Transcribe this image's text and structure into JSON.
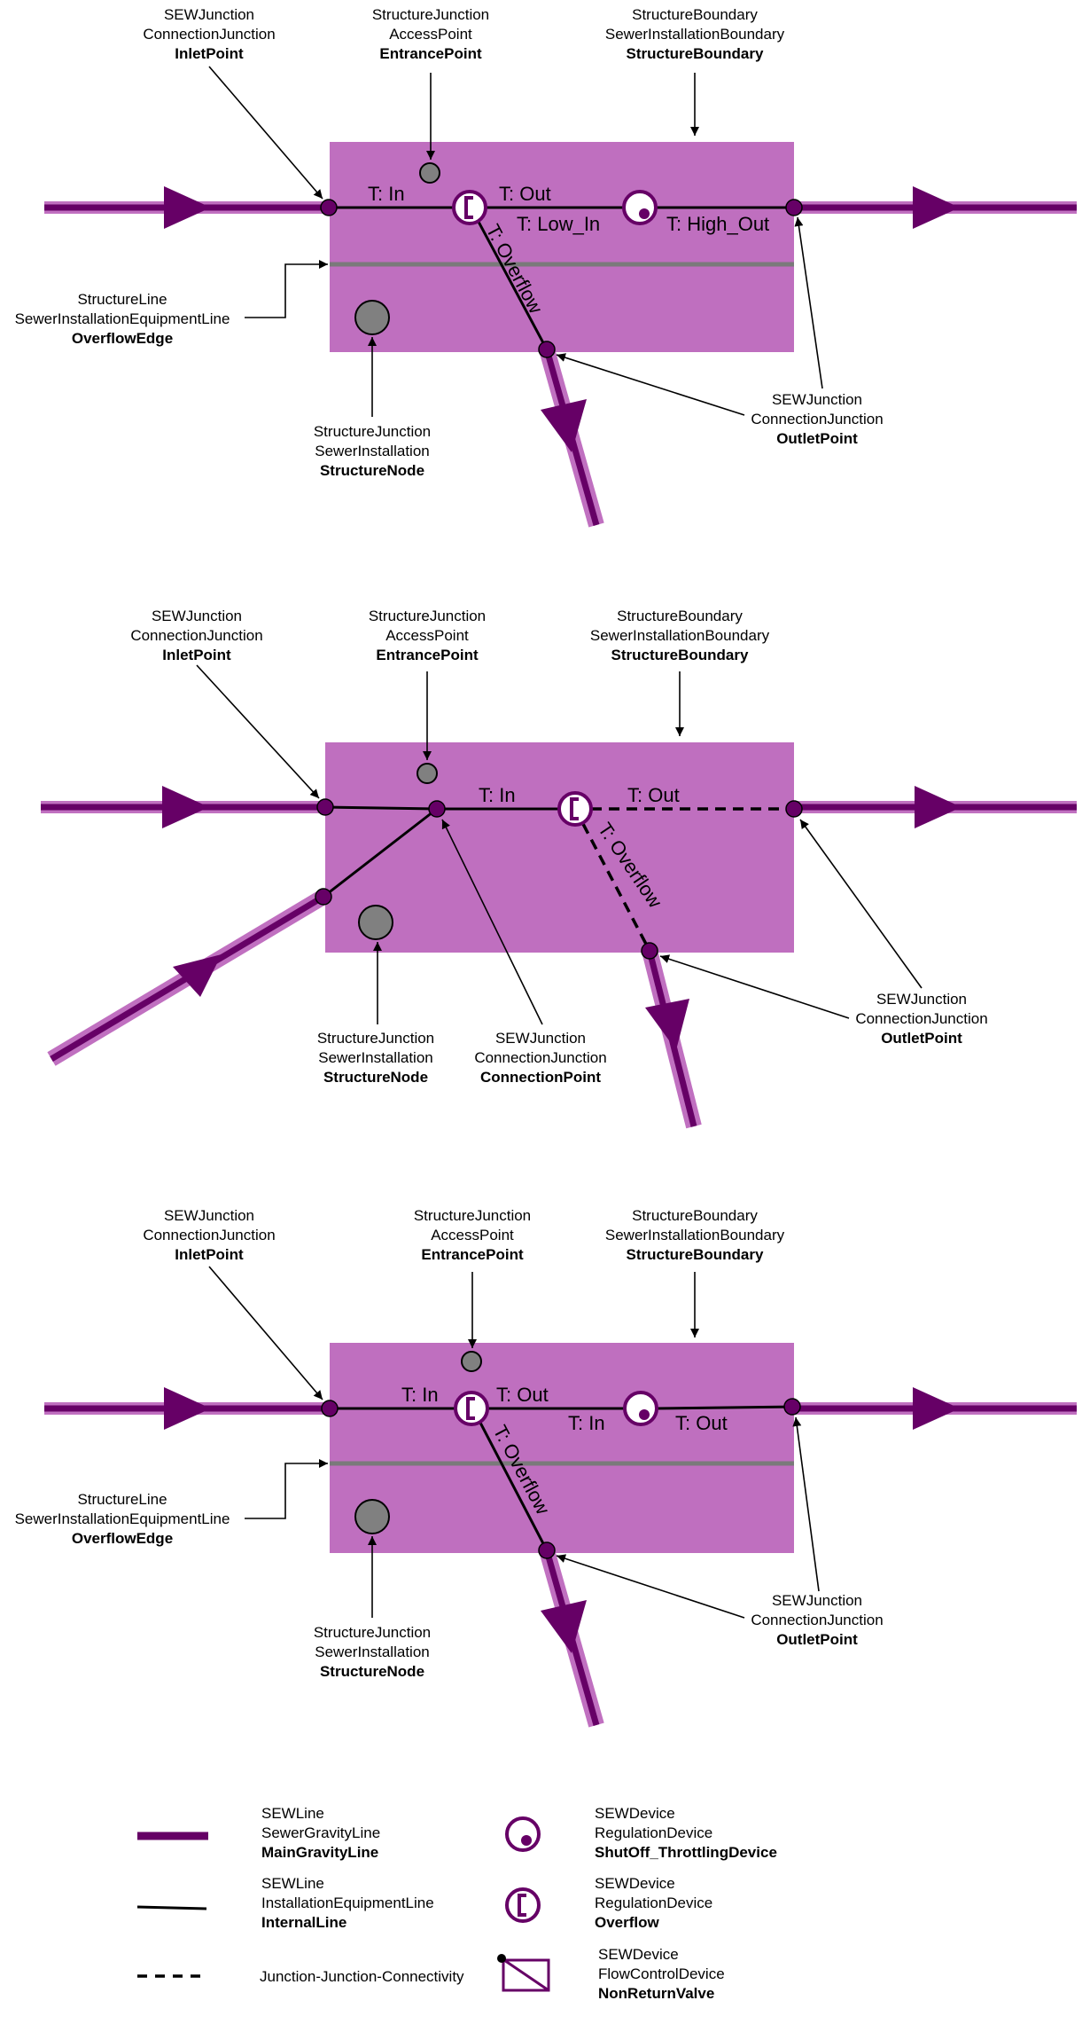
{
  "colors": {
    "structure_fill": "#bf6fbf",
    "main_line_outer": "#c070c0",
    "main_line_inner": "#660066",
    "node_gray": "#808080",
    "overflow_edge": "#7a7a7a",
    "device_stroke": "#660066"
  },
  "labels": {
    "inlet": [
      "SEWJunction",
      "ConnectionJunction",
      "InletPoint"
    ],
    "entrance": [
      "StructureJunction",
      "AccessPoint",
      "EntrancePoint"
    ],
    "boundary": [
      "StructureBoundary",
      "SewerInstallationBoundary",
      "StructureBoundary"
    ],
    "outlet": [
      "SEWJunction",
      "ConnectionJunction",
      "OutletPoint"
    ],
    "structure_node": [
      "StructureJunction",
      "SewerInstallation",
      "StructureNode"
    ],
    "overflow_edge": [
      "StructureLine",
      "SewerInstallationEquipmentLine",
      "OverflowEdge"
    ],
    "connection_point": [
      "SEWJunction",
      "ConnectionJunction",
      "ConnectionPoint"
    ]
  },
  "terminals": {
    "d1": {
      "t_in": "T: In",
      "t_out": "T: Out",
      "t_low_in": "T: Low_In",
      "t_high_out": "T: High_Out",
      "t_overflow": "T: Overflow"
    },
    "d2": {
      "t_in": "T: In",
      "t_out": "T: Out",
      "t_overflow": "T: Overflow"
    },
    "d3": {
      "t_in": "T: In",
      "t_out": "T: Out",
      "t_in2": "T: In",
      "t_out2": "T: Out",
      "t_overflow": "T: Overflow"
    }
  },
  "legend": {
    "main_gravity_line": [
      "SEWLine",
      "SewerGravityLine",
      "MainGravityLine"
    ],
    "internal_line": [
      "SEWLine",
      "InstallationEquipmentLine",
      "InternalLine"
    ],
    "connectivity": [
      "Junction-Junction-Connectivity"
    ],
    "shutoff": [
      "SEWDevice",
      "RegulationDevice",
      "ShutOff_ThrottlingDevice"
    ],
    "overflow": [
      "SEWDevice",
      "RegulationDevice",
      "Overflow"
    ],
    "non_return_valve": [
      "SEWDevice",
      "FlowControlDevice",
      "NonReturnValve"
    ]
  }
}
